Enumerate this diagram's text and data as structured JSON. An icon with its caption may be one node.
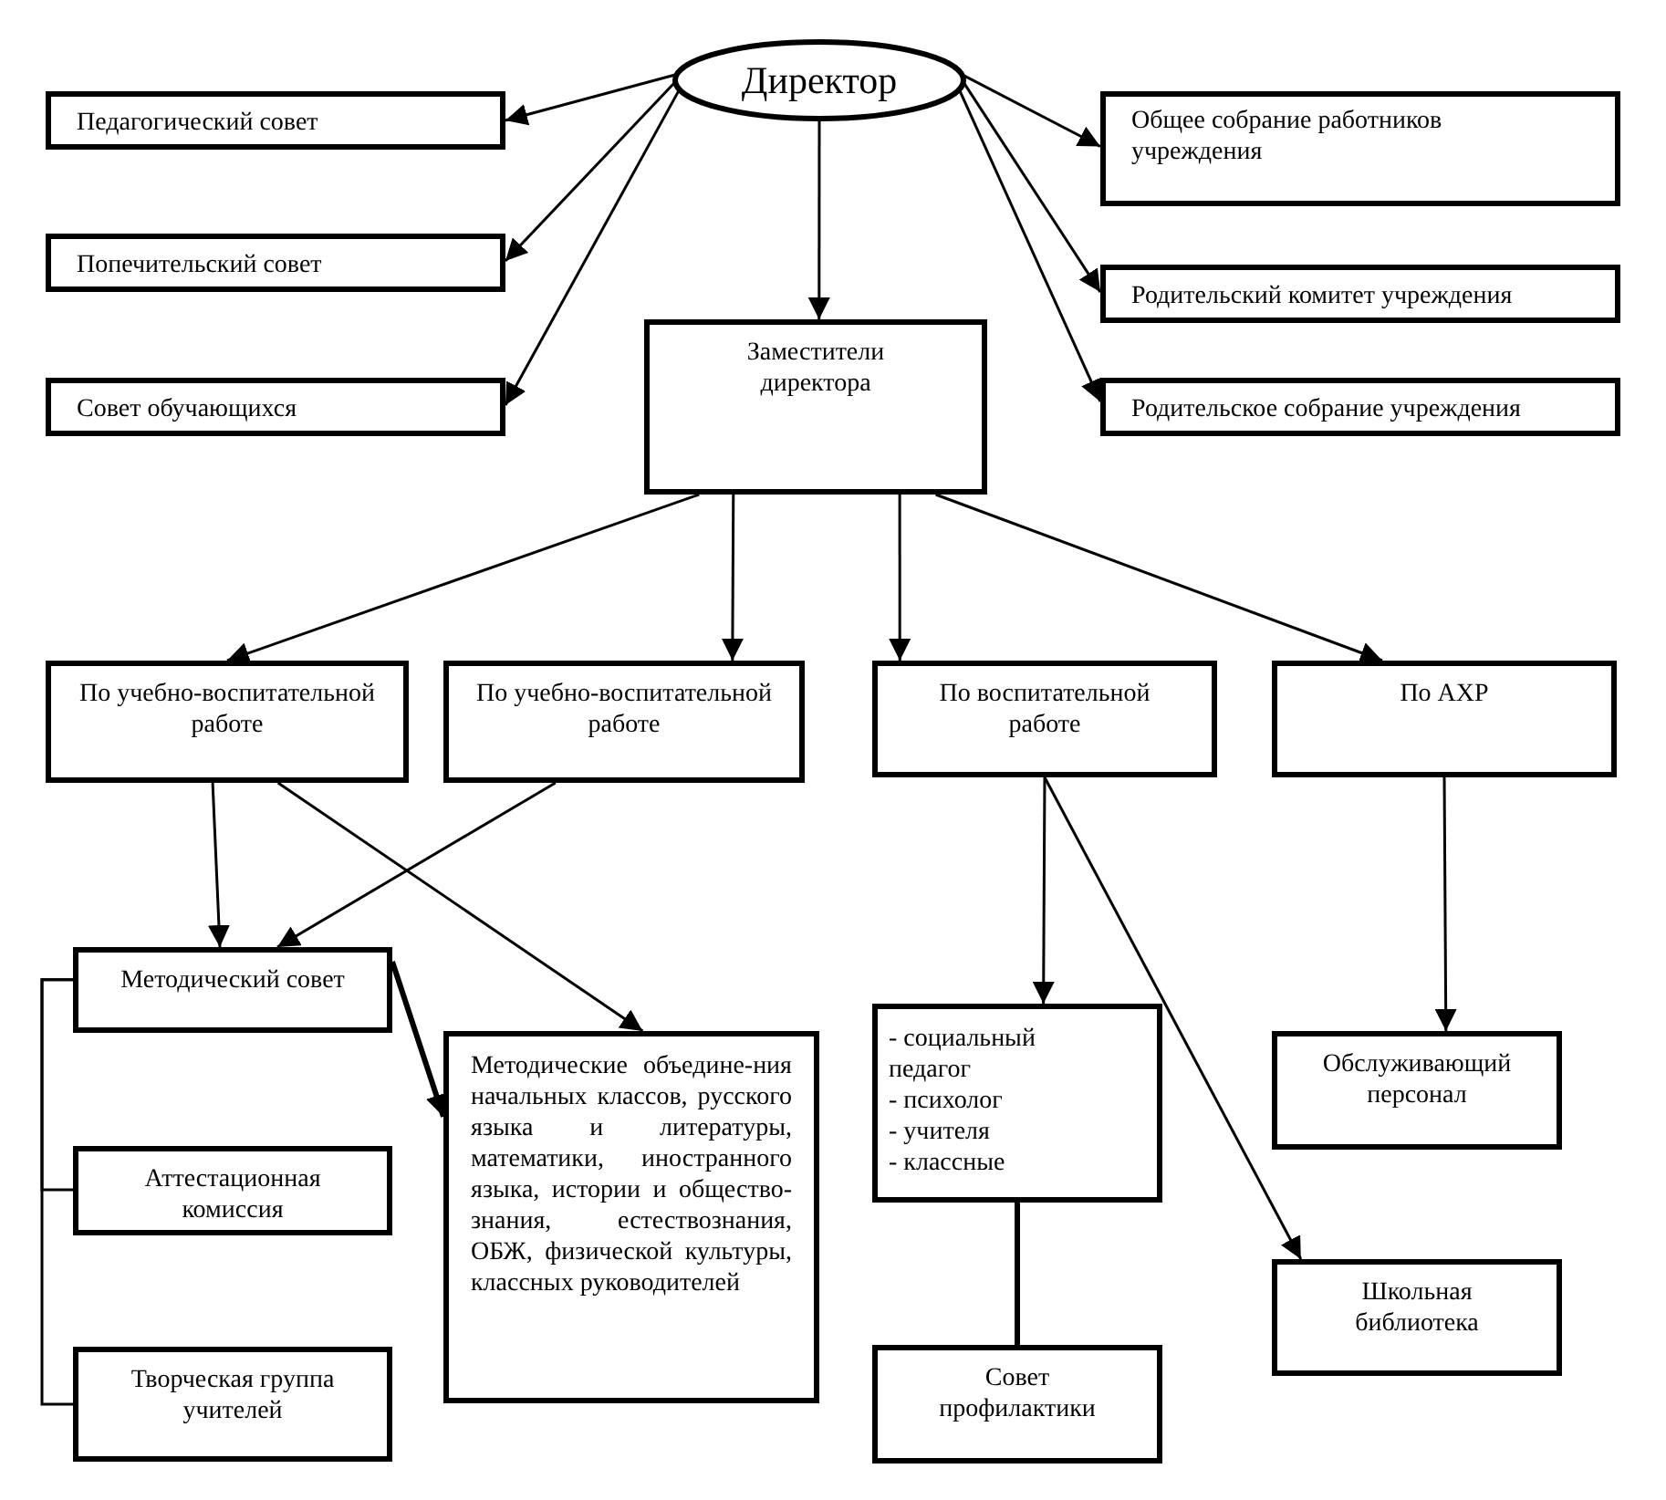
{
  "diagram": {
    "nodes": [
      {
        "text": [
          "Директор"
        ]
      },
      {
        "text": [
          "Педагогический совет"
        ]
      },
      {
        "text": [
          "Попечительский совет"
        ]
      },
      {
        "text": [
          "Совет обучающихся"
        ]
      },
      {
        "text": [
          "Общее собрание работников учреждения"
        ]
      },
      {
        "text": [
          "Родительский комитет учреждения"
        ]
      },
      {
        "text": [
          "Родительское собрание учреждения"
        ]
      },
      {
        "text": [
          "Заместители директора"
        ]
      },
      {
        "text": [
          "По учебно-воспитательной работе"
        ]
      },
      {
        "text": [
          "По учебно-воспитательной работе"
        ]
      },
      {
        "text": [
          "По воспитательной работе"
        ]
      },
      {
        "text": [
          "По АХР"
        ]
      },
      {
        "text": [
          "Методический совет"
        ]
      },
      {
        "text": [
          "Аттестационная комиссия"
        ]
      },
      {
        "text": [
          "Творческая группа учителей"
        ]
      },
      {
        "text": [
          "Методические объедине-ния начальных классов, русского языка и литературы, математики, иностранного языка, истории и общество-знания, естествознания, ОБЖ, физической культуры, классных руководителей"
        ]
      },
      {
        "text": [
          "- социальный педагог",
          "- психолог",
          "- учителя",
          "- классные"
        ]
      },
      {
        "text": [
          "Совет профилактики"
        ]
      },
      {
        "text": [
          "Обслуживающий персонал"
        ]
      },
      {
        "text": [
          "Школьная библиотека"
        ]
      }
    ],
    "edges": [
      {
        "from": 0,
        "to": 1,
        "arrow": "to"
      },
      {
        "from": 0,
        "to": 2,
        "arrow": "to"
      },
      {
        "from": 0,
        "to": 3,
        "arrow": "to"
      },
      {
        "from": 0,
        "to": 4,
        "arrow": "to"
      },
      {
        "from": 0,
        "to": 5,
        "arrow": "to"
      },
      {
        "from": 0,
        "to": 6,
        "arrow": "to"
      },
      {
        "from": 0,
        "to": 7,
        "arrow": "to"
      },
      {
        "from": 7,
        "to": 8,
        "arrow": "to"
      },
      {
        "from": 7,
        "to": 9,
        "arrow": "to"
      },
      {
        "from": 7,
        "to": 10,
        "arrow": "to"
      },
      {
        "from": 7,
        "to": 11,
        "arrow": "to"
      },
      {
        "from": 8,
        "to": 12,
        "arrow": "to"
      },
      {
        "from": 8,
        "to": 15,
        "arrow": "to"
      },
      {
        "from": 9,
        "to": 12,
        "arrow": "to"
      },
      {
        "from": 12,
        "to": 15,
        "arrow": "to",
        "style": "thick"
      },
      {
        "from": 12,
        "to": 13,
        "arrow": "none"
      },
      {
        "from": 12,
        "to": 14,
        "arrow": "none"
      },
      {
        "from": 10,
        "to": 16,
        "arrow": "to"
      },
      {
        "from": 10,
        "to": 19,
        "arrow": "to"
      },
      {
        "from": 16,
        "to": 17,
        "arrow": "none",
        "style": "thick"
      },
      {
        "from": 11,
        "to": 18,
        "arrow": "to"
      }
    ]
  }
}
